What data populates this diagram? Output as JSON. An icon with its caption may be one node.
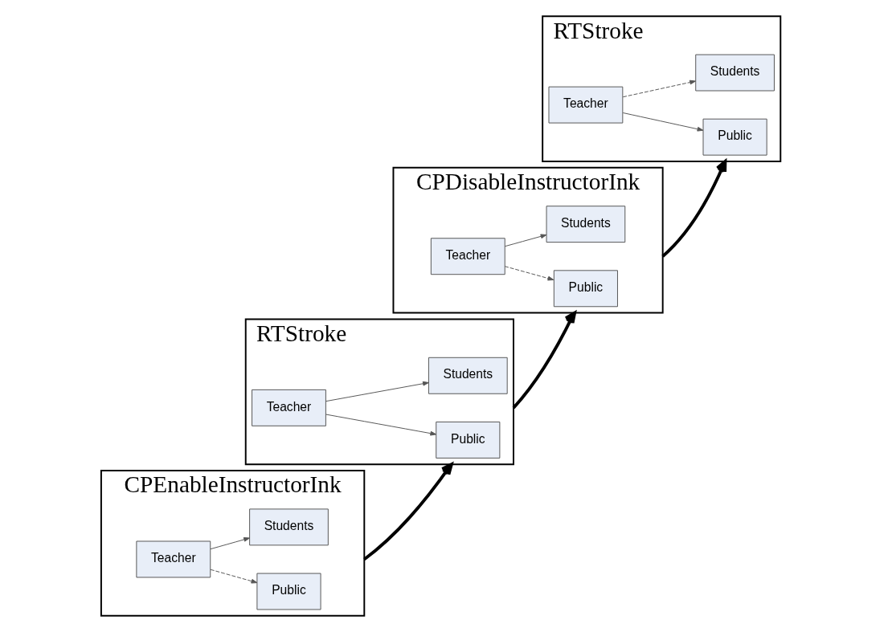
{
  "diagram": {
    "nodes": [
      {
        "text": [
          "CPEnableInstructorInk"
        ]
      },
      {
        "text": [
          "Public"
        ],
        "in": 0
      },
      {
        "text": [
          "Teacher"
        ],
        "in": 0
      },
      {
        "text": [
          "Students"
        ],
        "in": 0
      },
      {
        "text": [
          "RTStroke"
        ]
      },
      {
        "text": [
          "Public"
        ],
        "in": 4
      },
      {
        "text": [
          "Teacher"
        ],
        "in": 4
      },
      {
        "text": [
          "Students"
        ],
        "in": 4
      },
      {
        "text": [
          "CPDisableInstructorInk"
        ]
      },
      {
        "text": [
          "Public"
        ],
        "in": 8
      },
      {
        "text": [
          "Teacher"
        ],
        "in": 8
      },
      {
        "text": [
          "Students"
        ],
        "in": 8
      },
      {
        "text": [
          "RTStroke"
        ]
      },
      {
        "text": [
          "Public"
        ],
        "in": 12
      },
      {
        "text": [
          "Teacher"
        ],
        "in": 12
      },
      {
        "text": [
          "Students"
        ],
        "in": 12
      }
    ],
    "edges": [
      {
        "from": 2,
        "to": 1,
        "arrow": "to",
        "style": "dashed"
      },
      {
        "from": 2,
        "to": 3,
        "arrow": "to"
      },
      {
        "from": 6,
        "to": 5,
        "arrow": "to"
      },
      {
        "from": 6,
        "to": 7,
        "arrow": "to"
      },
      {
        "from": 10,
        "to": 9,
        "arrow": "to",
        "style": "dashed"
      },
      {
        "from": 10,
        "to": 11,
        "arrow": "to"
      },
      {
        "from": 14,
        "to": 13,
        "arrow": "to"
      },
      {
        "from": 14,
        "to": 15,
        "arrow": "to",
        "style": "dashed"
      },
      {
        "from": 0,
        "to": 4,
        "arrow": "to",
        "style": "thick",
        "color": "#000000"
      },
      {
        "from": 4,
        "to": 8,
        "arrow": "to",
        "style": "thick",
        "color": "#000000"
      },
      {
        "from": 8,
        "to": 12,
        "arrow": "to",
        "style": "thick",
        "color": "#000000"
      }
    ]
  }
}
